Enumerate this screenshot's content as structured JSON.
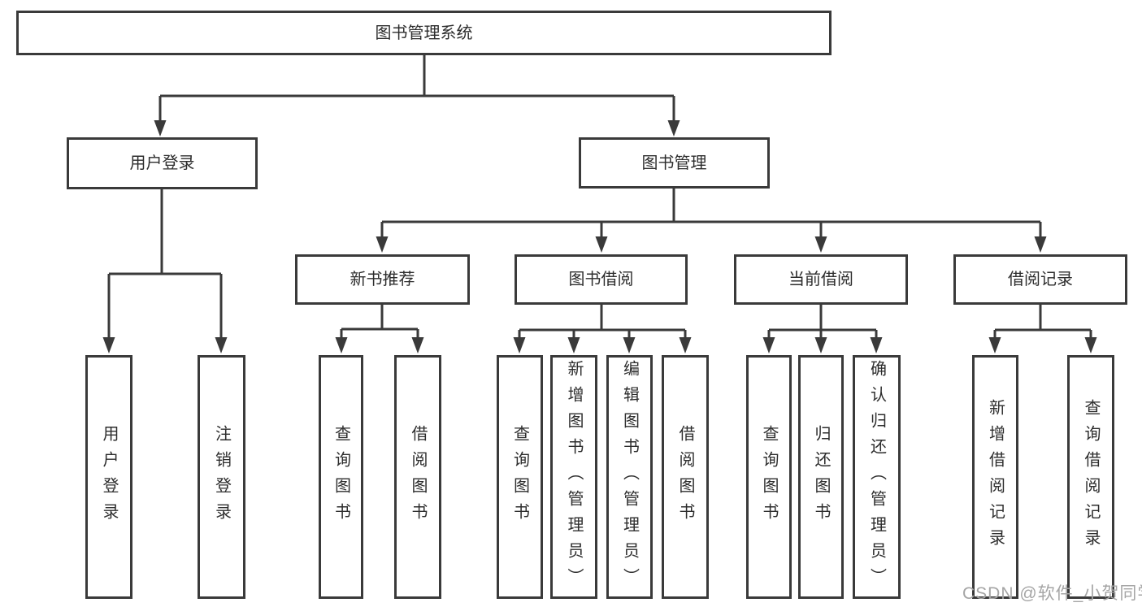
{
  "diagram": {
    "root": {
      "label": "图书管理系统"
    },
    "branches": [
      {
        "label": "用户登录",
        "children": [
          {
            "label": "用户登录"
          },
          {
            "label": "注销登录"
          }
        ]
      },
      {
        "label": "图书管理",
        "children": [
          {
            "label": "新书推荐",
            "children": [
              {
                "label": "查询图书"
              },
              {
                "label": "借阅图书"
              }
            ]
          },
          {
            "label": "图书借阅",
            "children": [
              {
                "label": "查询图书"
              },
              {
                "label": "新增图书（管理员）"
              },
              {
                "label": "编辑图书（管理员）"
              },
              {
                "label": "借阅图书"
              }
            ]
          },
          {
            "label": "当前借阅",
            "children": [
              {
                "label": "查询图书"
              },
              {
                "label": "归还图书"
              },
              {
                "label": "确认归还（管理员）"
              }
            ]
          },
          {
            "label": "借阅记录",
            "children": [
              {
                "label": "新增借阅记录"
              },
              {
                "label": "查询借阅记录"
              }
            ]
          }
        ]
      }
    ]
  },
  "watermark": {
    "text": "CSDN @软件_小贺同学"
  },
  "colors": {
    "line": "#3a3a3a",
    "text": "#2d2d2d",
    "watermark": "#a5a5a5",
    "background": "#ffffff"
  }
}
